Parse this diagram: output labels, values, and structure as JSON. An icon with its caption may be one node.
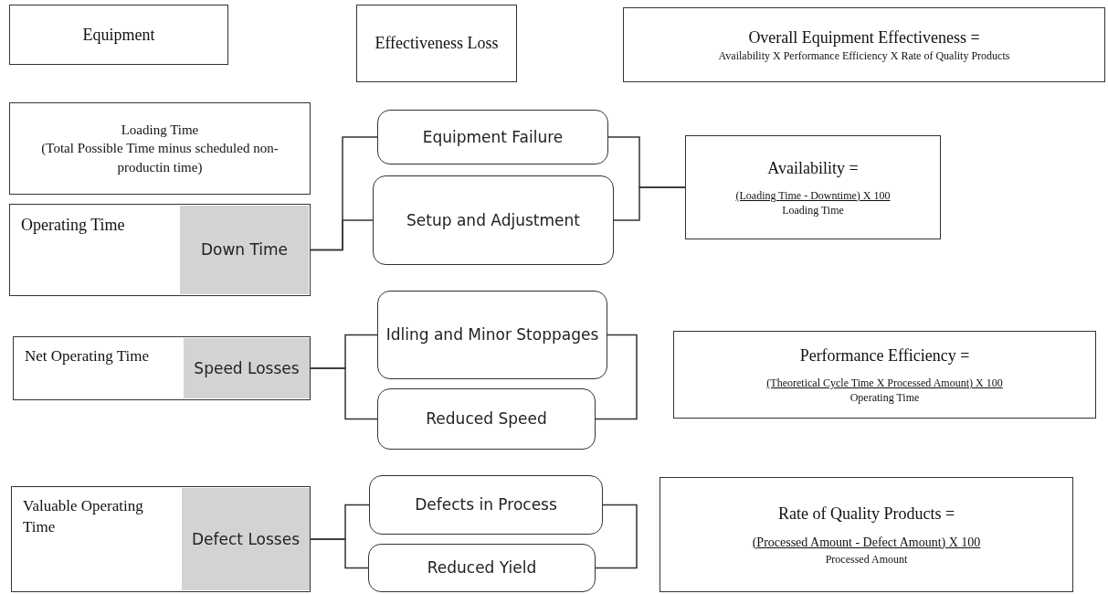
{
  "diagram": {
    "nodes": [
      {
        "text": [
          "Equipment"
        ]
      },
      {
        "text": [
          "Effectiveness Loss"
        ]
      },
      {
        "text": [
          "Overall Equipment Effectiveness =",
          "Availability X Performance Efficiency X Rate of Quality Products"
        ]
      },
      {
        "text": [
          "Loading Time",
          "(Total Possible Time minus scheduled non-productin time)"
        ]
      },
      {
        "text": [
          "Operating Time"
        ]
      },
      {
        "text": [
          "Down Time"
        ],
        "in": 4
      },
      {
        "text": [
          "Equipment Failure"
        ]
      },
      {
        "text": [
          "Setup and Adjustment"
        ]
      },
      {
        "text": [
          "Availability =",
          "(Loading Time - Downtime) X 100",
          "Loading Time"
        ]
      },
      {
        "text": [
          "Net Operating Time"
        ]
      },
      {
        "text": [
          "Speed Losses"
        ],
        "in": 9
      },
      {
        "text": [
          "Idling and Minor Stoppages"
        ]
      },
      {
        "text": [
          "Reduced Speed"
        ]
      },
      {
        "text": [
          "Performance Efficiency =",
          "(Theoretical Cycle Time X Processed Amount) X 100",
          "Operating Time"
        ]
      },
      {
        "text": [
          "Valuable Operating Time"
        ]
      },
      {
        "text": [
          "Defect Losses"
        ],
        "in": 14
      },
      {
        "text": [
          "Defects in Process"
        ]
      },
      {
        "text": [
          "Reduced Yield"
        ]
      },
      {
        "text": [
          "Rate of Quality Products =",
          "(Processed Amount - Defect Amount) X 100",
          "Processed Amount"
        ]
      }
    ],
    "edges": [
      {
        "from": 5,
        "to": 6,
        "arrow": "none"
      },
      {
        "from": 5,
        "to": 7,
        "arrow": "none"
      },
      {
        "from": 6,
        "to": 8,
        "arrow": "none"
      },
      {
        "from": 7,
        "to": 8,
        "arrow": "none"
      },
      {
        "from": 10,
        "to": 11,
        "arrow": "none"
      },
      {
        "from": 10,
        "to": 12,
        "arrow": "none"
      },
      {
        "from": 11,
        "to": 12,
        "arrow": "none"
      },
      {
        "from": 15,
        "to": 16,
        "arrow": "none"
      },
      {
        "from": 15,
        "to": 17,
        "arrow": "none"
      },
      {
        "from": 16,
        "to": 17,
        "arrow": "none"
      }
    ]
  }
}
